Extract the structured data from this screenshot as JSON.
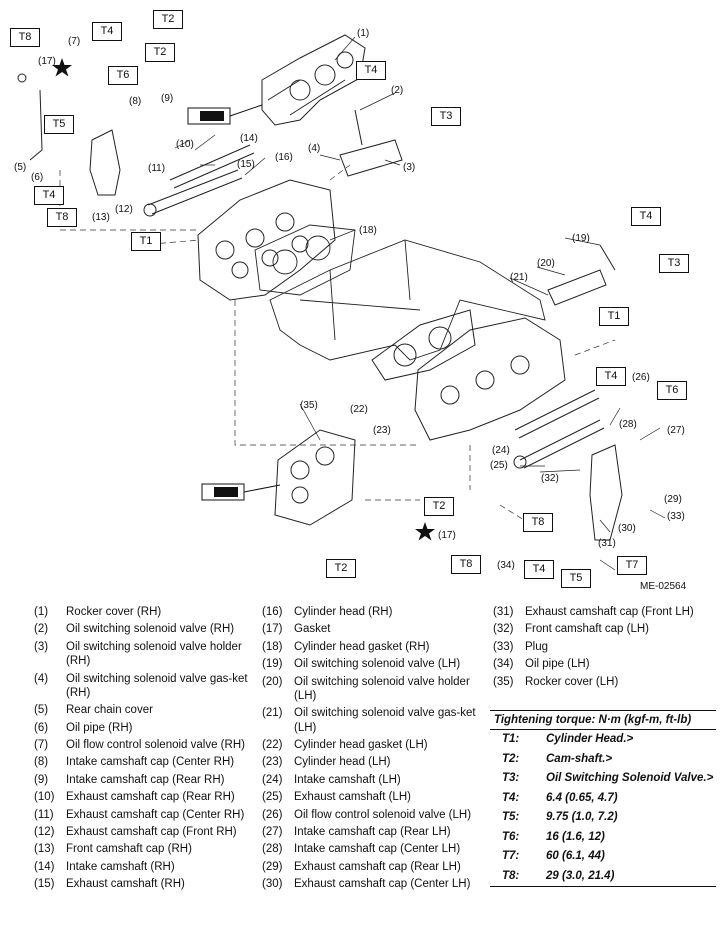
{
  "figure_id": "ME-02564",
  "callouts": {
    "c1": "(1)",
    "c2": "(2)",
    "c3": "(3)",
    "c4": "(4)",
    "c5": "(5)",
    "c6": "(6)",
    "c7": "(7)",
    "c8": "(8)",
    "c9": "(9)",
    "c10": "(10)",
    "c11": "(11)",
    "c12": "(12)",
    "c13": "(13)",
    "c14": "(14)",
    "c15": "(15)",
    "c16": "(16)",
    "c17": "(17)",
    "c17b": "(17)",
    "c18": "(18)",
    "c19": "(19)",
    "c20": "(20)",
    "c21": "(21)",
    "c22": "(22)",
    "c23": "(23)",
    "c24": "(24)",
    "c25": "(25)",
    "c26": "(26)",
    "c27": "(27)",
    "c28": "(28)",
    "c29": "(29)",
    "c30": "(30)",
    "c31": "(31)",
    "c32": "(32)",
    "c33": "(33)",
    "c34": "(34)",
    "c35": "(35)"
  },
  "torque_boxes": {
    "t8a": "T8",
    "t4a": "T4",
    "t2a": "T2",
    "t2b": "T2",
    "t6a": "T6",
    "t4b": "T4",
    "t3a": "T3",
    "t5a": "T5",
    "t4c": "T4",
    "t8b": "T8",
    "t1a": "T1",
    "t4d": "T4",
    "t3b": "T3",
    "t1b": "T1",
    "t4e": "T4",
    "t6b": "T6",
    "t2c": "T2",
    "t2d": "T2",
    "t8c": "T8",
    "t8d": "T8",
    "t4f": "T4",
    "t5b": "T5",
    "t7a": "T7"
  },
  "legend": {
    "col1": [
      {
        "num": "(1)",
        "text": "Rocker cover (RH)"
      },
      {
        "num": "(2)",
        "text": "Oil switching solenoid valve (RH)"
      },
      {
        "num": "(3)",
        "text": "Oil switching solenoid valve holder (RH)"
      },
      {
        "num": "(4)",
        "text": "Oil switching solenoid valve gas-ket (RH)"
      },
      {
        "num": "(5)",
        "text": "Rear chain cover"
      },
      {
        "num": "(6)",
        "text": "Oil pipe (RH)"
      },
      {
        "num": "(7)",
        "text": "Oil flow control solenoid valve (RH)"
      },
      {
        "num": "(8)",
        "text": "Intake camshaft cap (Center RH)"
      },
      {
        "num": "(9)",
        "text": "Intake camshaft cap (Rear RH)"
      },
      {
        "num": "(10)",
        "text": "Exhaust camshaft cap (Rear RH)"
      },
      {
        "num": "(11)",
        "text": "Exhaust camshaft cap (Center RH)"
      },
      {
        "num": "(12)",
        "text": "Exhaust camshaft cap (Front RH)"
      },
      {
        "num": "(13)",
        "text": "Front camshaft cap (RH)"
      },
      {
        "num": "(14)",
        "text": "Intake camshaft (RH)"
      },
      {
        "num": "(15)",
        "text": "Exhaust camshaft (RH)"
      }
    ],
    "col2": [
      {
        "num": "(16)",
        "text": "Cylinder head (RH)"
      },
      {
        "num": "(17)",
        "text": "Gasket"
      },
      {
        "num": "(18)",
        "text": "Cylinder head gasket (RH)"
      },
      {
        "num": "(19)",
        "text": "Oil switching solenoid valve (LH)"
      },
      {
        "num": "(20)",
        "text": "Oil switching solenoid valve holder (LH)"
      },
      {
        "num": "(21)",
        "text": "Oil switching solenoid valve gas-ket (LH)"
      },
      {
        "num": "(22)",
        "text": "Cylinder head gasket (LH)"
      },
      {
        "num": "(23)",
        "text": "Cylinder head (LH)"
      },
      {
        "num": "(24)",
        "text": "Intake camshaft (LH)"
      },
      {
        "num": "(25)",
        "text": "Exhaust camshaft (LH)"
      },
      {
        "num": "(26)",
        "text": "Oil flow control solenoid valve (LH)"
      },
      {
        "num": "(27)",
        "text": "Intake camshaft cap (Rear LH)"
      },
      {
        "num": "(28)",
        "text": "Intake camshaft cap (Center LH)"
      },
      {
        "num": "(29)",
        "text": "Exhaust camshaft cap (Rear LH)"
      },
      {
        "num": "(30)",
        "text": "Exhaust camshaft cap (Center LH)"
      }
    ],
    "col3": [
      {
        "num": "(31)",
        "text": "Exhaust camshaft cap (Front LH)"
      },
      {
        "num": "(32)",
        "text": "Front camshaft cap (LH)"
      },
      {
        "num": "(33)",
        "text": "Plug"
      },
      {
        "num": "(34)",
        "text": "Oil pipe (LH)"
      },
      {
        "num": "(35)",
        "text": "Rocker cover (LH)"
      }
    ]
  },
  "torque": {
    "title": "Tightening torque: N·m (kgf-m, ft-lb)",
    "rows": [
      {
        "key": "T1:",
        "value": "Cylinder Head.>"
      },
      {
        "key": "T2:",
        "value": "Cam-shaft.>"
      },
      {
        "key": "T3:",
        "value": "Oil Switching Solenoid Valve.>"
      },
      {
        "key": "T4:",
        "value": "6.4 (0.65, 4.7)"
      },
      {
        "key": "T5:",
        "value": "9.75 (1.0, 7.2)"
      },
      {
        "key": "T6:",
        "value": "16 (1.6, 12)"
      },
      {
        "key": "T7:",
        "value": "60 (6.1, 44)"
      },
      {
        "key": "T8:",
        "value": "29 (3.0, 21.4)"
      }
    ]
  }
}
